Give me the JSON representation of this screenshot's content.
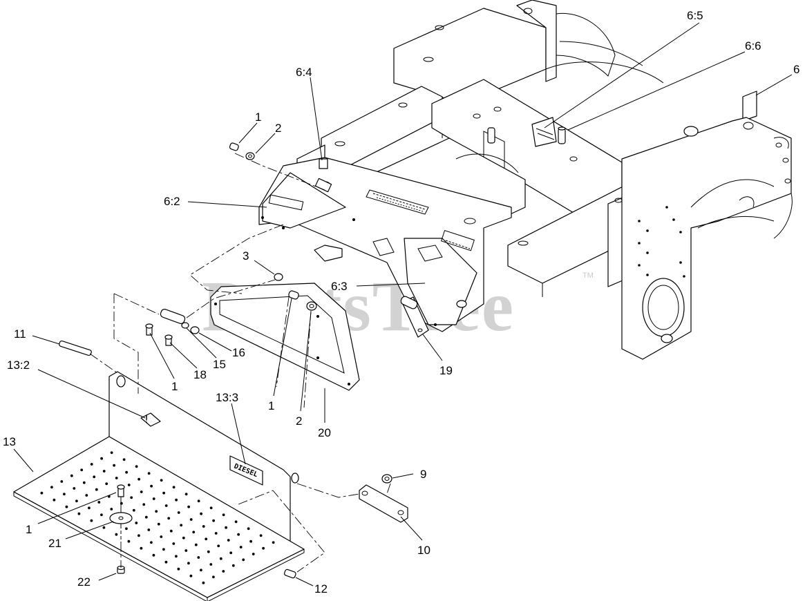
{
  "watermark": {
    "text": "PartsTree",
    "trademark": "TM"
  },
  "decal_text": {
    "diesel": "DIESEL"
  },
  "callouts": [
    {
      "id": "c-1a",
      "label": "1"
    },
    {
      "id": "c-2a",
      "label": "2"
    },
    {
      "id": "c-6-4",
      "label": "6:4"
    },
    {
      "id": "c-6-5",
      "label": "6:5"
    },
    {
      "id": "c-6-6",
      "label": "6:6"
    },
    {
      "id": "c-6",
      "label": "6"
    },
    {
      "id": "c-6-2",
      "label": "6:2"
    },
    {
      "id": "c-3",
      "label": "3"
    },
    {
      "id": "c-6-3",
      "label": "6:3"
    },
    {
      "id": "c-11",
      "label": "11"
    },
    {
      "id": "c-13-2",
      "label": "13:2"
    },
    {
      "id": "c-16",
      "label": "16"
    },
    {
      "id": "c-15",
      "label": "15"
    },
    {
      "id": "c-18",
      "label": "18"
    },
    {
      "id": "c-1b",
      "label": "1"
    },
    {
      "id": "c-1c",
      "label": "1"
    },
    {
      "id": "c-2b",
      "label": "2"
    },
    {
      "id": "c-20",
      "label": "20"
    },
    {
      "id": "c-19",
      "label": "19"
    },
    {
      "id": "c-13-3",
      "label": "13:3"
    },
    {
      "id": "c-13",
      "label": "13"
    },
    {
      "id": "c-9",
      "label": "9"
    },
    {
      "id": "c-10",
      "label": "10"
    },
    {
      "id": "c-1d",
      "label": "1"
    },
    {
      "id": "c-21",
      "label": "21"
    },
    {
      "id": "c-22",
      "label": "22"
    },
    {
      "id": "c-12",
      "label": "12"
    }
  ]
}
